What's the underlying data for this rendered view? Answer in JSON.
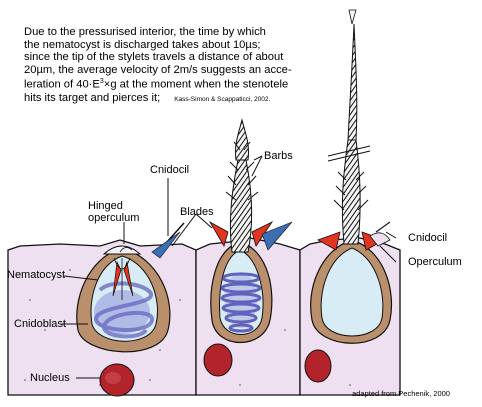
{
  "intro": {
    "lines": [
      "Due to the pressurised interior, the time by which",
      "the nematocyst is discharged takes about 10µs;",
      "since the tip of the stylets travels a distance of about",
      "20µm, the average velocity of 2m/s suggests an acce-",
      "leration of 40·E  ×g at the moment when the stenotele",
      "hits its target and pierces it;"
    ],
    "superscript": "3",
    "citation": "Kass-Simon & Scappaticci, 2002."
  },
  "labels": {
    "cnidocil_left": "Cnidocil",
    "hinged_operculum": "Hinged\noperculum",
    "blades": "Blades",
    "barbs": "Barbs",
    "nematocyst": "Nematocyst",
    "cnidoblast": "Cnidoblast",
    "nucleus": "Nucleus",
    "cnidocil_right": "Cnidocil",
    "operculum": "Operculum"
  },
  "credit": "adapted from Pechenik, 2000",
  "colors": {
    "cell_fill": "#eee0f0",
    "capsule_rim": "#b98f6c",
    "capsule_inner": "#d7ecf5",
    "tubule_blue": "#6a63c8",
    "nucleus": "#b2232b",
    "stylet_red": "#e3341f",
    "blade_blue": "#3a6fb5"
  }
}
